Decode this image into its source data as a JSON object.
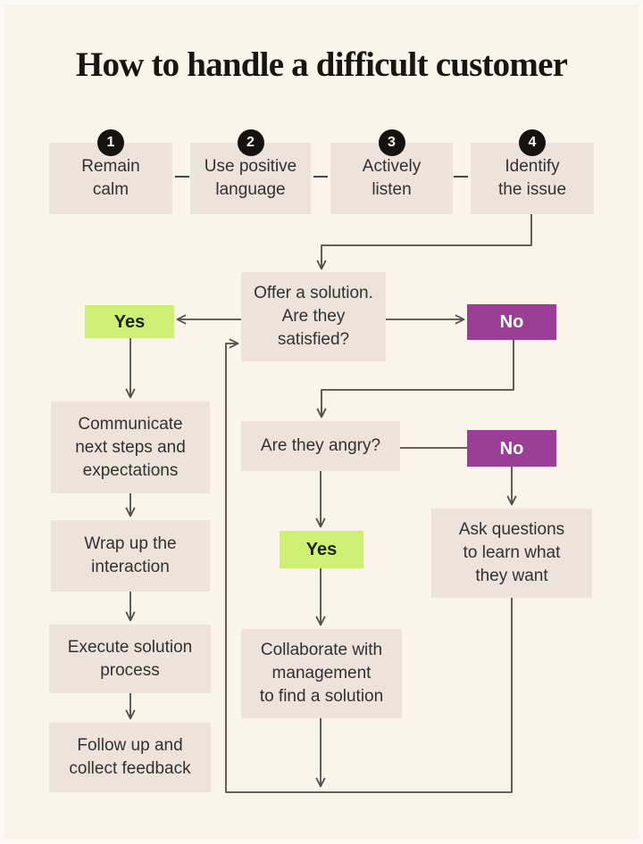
{
  "title": "How to handle a difficult customer",
  "colors": {
    "background": "#faf4eb",
    "box": "#ece4dc",
    "green": "#ccef74",
    "purple": "#9c3e98",
    "arrow": "#504d4a",
    "circle": "#161210"
  },
  "steps": [
    {
      "num": "1",
      "label": "Remain\ncalm"
    },
    {
      "num": "2",
      "label": "Use positive\nlanguage"
    },
    {
      "num": "3",
      "label": "Actively\nlisten"
    },
    {
      "num": "4",
      "label": "Identify\nthe issue"
    }
  ],
  "nodes": {
    "offer": "Offer a solution.\nAre they\nsatisfied?",
    "yes_satisfied": "Yes",
    "no_satisfied": "No",
    "communicate": "Communicate\nnext steps and\nexpectations",
    "wrap_up": "Wrap up the\ninteraction",
    "execute": "Execute solution\nprocess",
    "follow_up": "Follow up and\ncollect feedback",
    "angry": "Are they angry?",
    "no_angry": "No",
    "yes_angry": "Yes",
    "ask_questions": "Ask questions\nto learn what\nthey want",
    "collaborate": "Collaborate with\nmanagement\nto find a solution"
  }
}
